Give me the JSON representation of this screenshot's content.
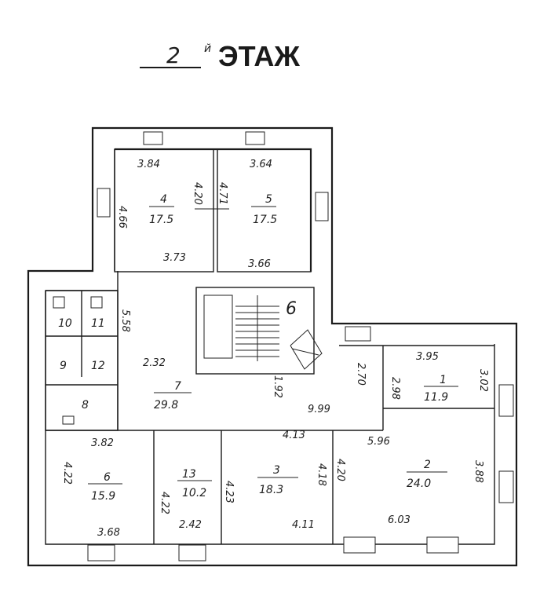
{
  "header": {
    "floor_number": "2",
    "suffix": "й",
    "title_word": "ЭТАЖ"
  },
  "rooms": [
    {
      "id": "1",
      "area": "11.9"
    },
    {
      "id": "2",
      "area": "24.0"
    },
    {
      "id": "3",
      "area": "18.3"
    },
    {
      "id": "4",
      "area": "17.5"
    },
    {
      "id": "5",
      "area": "17.5"
    },
    {
      "id": "6",
      "area": "15.9"
    },
    {
      "id": "7",
      "area": "29.8"
    },
    {
      "id": "8"
    },
    {
      "id": "9"
    },
    {
      "id": "10"
    },
    {
      "id": "11"
    },
    {
      "id": "12"
    },
    {
      "id": "13",
      "area": "10.2"
    }
  ],
  "stair_label": "6",
  "dimensions": [
    "3.84",
    "4.20",
    "4.71",
    "3.64",
    "4.66",
    "3.73",
    "3.66",
    "5.58",
    "2.32",
    "1.92",
    "9.99",
    "2.70",
    "3.95",
    "2.98",
    "3.02",
    "3.82",
    "4.13",
    "5.96",
    "4.22",
    "4.22",
    "4.23",
    "4.18",
    "4.20",
    "3.88",
    "3.68",
    "2.42",
    "4.11",
    "6.03"
  ]
}
